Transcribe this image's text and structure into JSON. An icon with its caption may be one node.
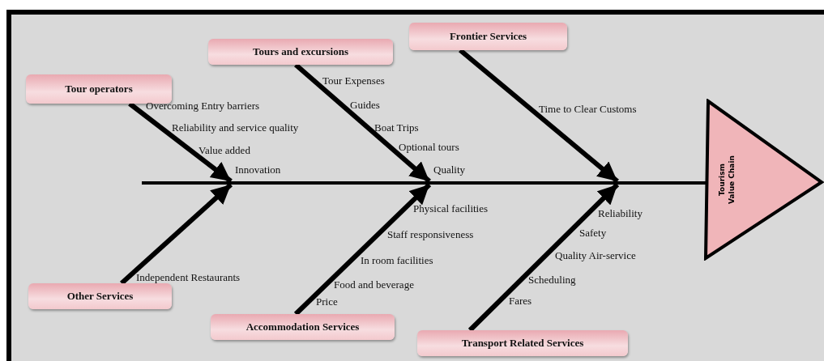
{
  "diagram": {
    "nodes": [
      {
        "text": [
          "Tour operators"
        ]
      },
      {
        "text": [
          "Tours and excursions"
        ]
      },
      {
        "text": [
          "Frontier Services"
        ]
      },
      {
        "text": [],
        "shape": "bar"
      },
      {
        "text": [
          "Tourism Value Chain"
        ]
      },
      {
        "text": [
          "Other Services"
        ]
      },
      {
        "text": [
          "Accommodation Services"
        ]
      },
      {
        "text": [
          "Transport Related Services"
        ]
      }
    ],
    "edges": [
      {
        "from": 0,
        "to": 3,
        "arrow": "to"
      },
      {
        "from": 1,
        "to": 3,
        "arrow": "to"
      },
      {
        "from": 2,
        "to": 3,
        "arrow": "to"
      },
      {
        "from": 5,
        "to": 3,
        "arrow": "to"
      },
      {
        "from": 6,
        "to": 3,
        "arrow": "to"
      },
      {
        "from": 7,
        "to": 3,
        "arrow": "to"
      }
    ],
    "labels": [
      "Overcoming Entry barriers",
      "Reliability and service quality",
      "Value added",
      "Innovation",
      "Tour Expenses",
      "Guides",
      "Boat Trips",
      "Optional tours",
      "Quality",
      "Time to Clear Customs",
      "Physical facilities",
      "Staff responsiveness",
      "In room facilities",
      "Food and beverage",
      "Price",
      "Independent Restaurants",
      "Reliability",
      "Safety",
      "Quality Air-service",
      "Scheduling",
      "Fares"
    ]
  }
}
